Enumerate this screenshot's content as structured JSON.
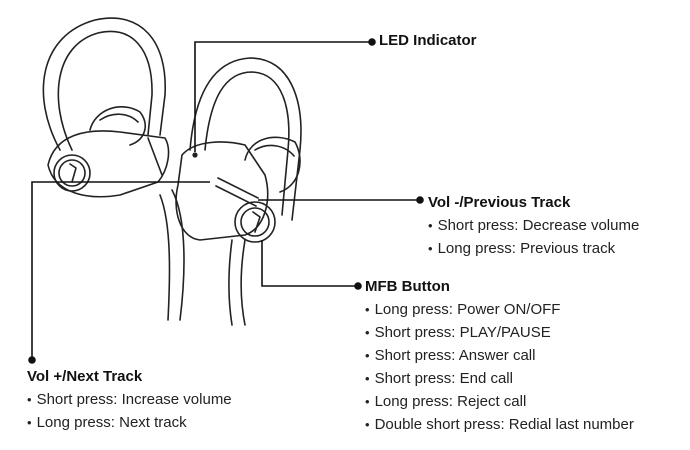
{
  "led_indicator": {
    "title": "LED Indicator"
  },
  "vol_minus": {
    "title": "Vol -/Previous Track",
    "items": [
      "Short press: Decrease volume",
      "Long press: Previous track"
    ]
  },
  "mfb": {
    "title": "MFB Button",
    "items": [
      "Long press: Power ON/OFF",
      "Short press: PLAY/PAUSE",
      "Short press: Answer call",
      "Short press: End call",
      "Long press: Reject call",
      "Double short press: Redial last number"
    ]
  },
  "vol_plus": {
    "title": "Vol +/Next Track",
    "items": [
      "Short press: Increase volume",
      "Long press: Next track"
    ]
  },
  "colors": {
    "line": "#1a1a1a",
    "background": "#ffffff"
  }
}
